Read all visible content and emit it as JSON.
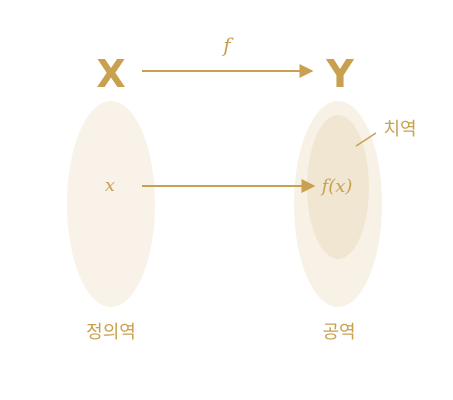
{
  "colors": {
    "accent": "#C9A04F",
    "domain_fill": "#F8F2E8",
    "codomain_fill": "#F7F1E6",
    "range_fill": "#F1E6D2"
  },
  "sets": {
    "domain_name": "X",
    "codomain_name": "Y"
  },
  "function_label": "f",
  "element": {
    "x": "x",
    "fx": "f(x)"
  },
  "labels": {
    "domain": "정의역",
    "codomain": "공역",
    "range": "치역"
  }
}
